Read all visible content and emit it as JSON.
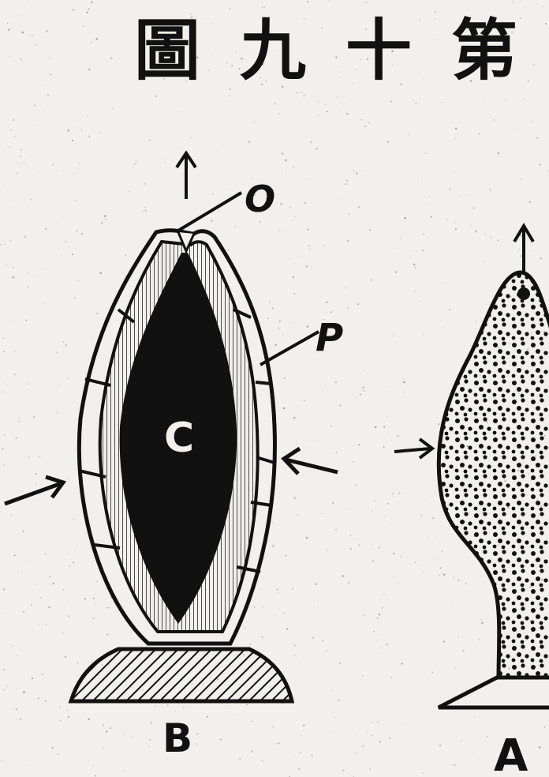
{
  "title": "圖九十第",
  "labels": {
    "opening": "O",
    "layer": "P",
    "cavity": "C",
    "figure_b": "B",
    "figure_a": "A"
  }
}
